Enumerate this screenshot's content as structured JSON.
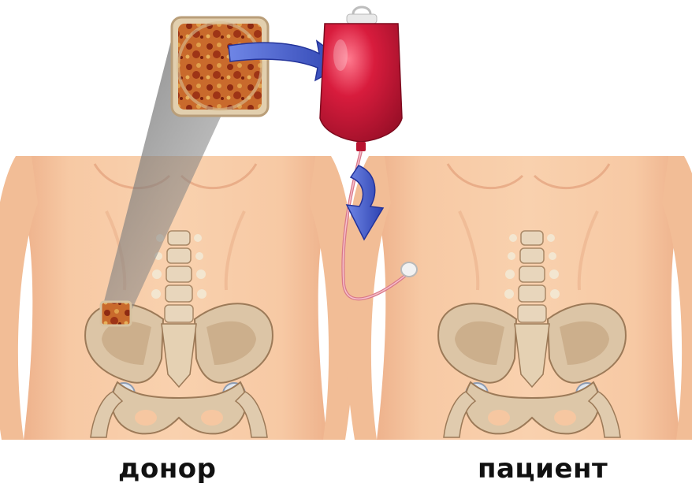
{
  "labels": {
    "donor": "донор",
    "patient": "пациент"
  },
  "colors": {
    "skin": "#f6c7a1",
    "skin_shadow": "#e8a67f",
    "bone": "#e9dcc7",
    "bone_shadow": "#b49679",
    "marrow": "#c4642a",
    "marrow_dark": "#8d2a12",
    "blood_bag": "#cf1838",
    "blood_bag_dark": "#9b0f29",
    "arrow": "#3f56c8",
    "tube": "#d9788a"
  },
  "icons": {
    "marrow_sample": "bone-marrow-cross-section",
    "blood_bag": "transfusion-bag",
    "flow_arrows": "curved-arrow"
  }
}
